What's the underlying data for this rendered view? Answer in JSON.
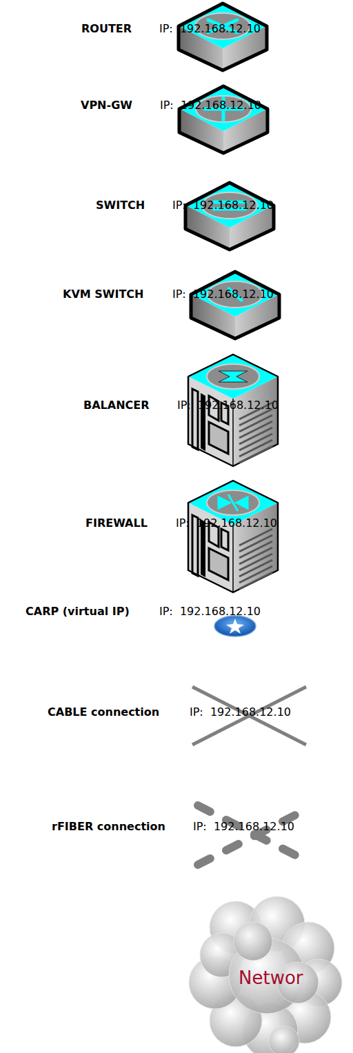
{
  "diagram": {
    "nodes": [
      {
        "text": [
          "ROUTER",
          "IP:  192.168.12.10"
        ]
      },
      {
        "text": [
          "VPN-GW",
          "IP:  192.168.12.10"
        ]
      },
      {
        "text": [
          "SWITCH",
          "IP:  192.168.12.10"
        ]
      },
      {
        "text": [
          "KVM SWITCH",
          "IP:  192.168.12.10"
        ]
      },
      {
        "text": [
          "BALANCER",
          "IP:  192.168.12.10"
        ]
      },
      {
        "text": [
          "FIREWALL",
          "IP:  192.168.12.10"
        ]
      },
      {
        "text": [
          "CARP (virtual IP)",
          "IP:  192.168.12.10"
        ]
      },
      {
        "text": [
          "Networ"
        ]
      }
    ],
    "labels": [
      "CABLE connection",
      "IP:  192.168.12.10",
      "rFIBER connection",
      "IP:  192.168.12.10"
    ]
  }
}
